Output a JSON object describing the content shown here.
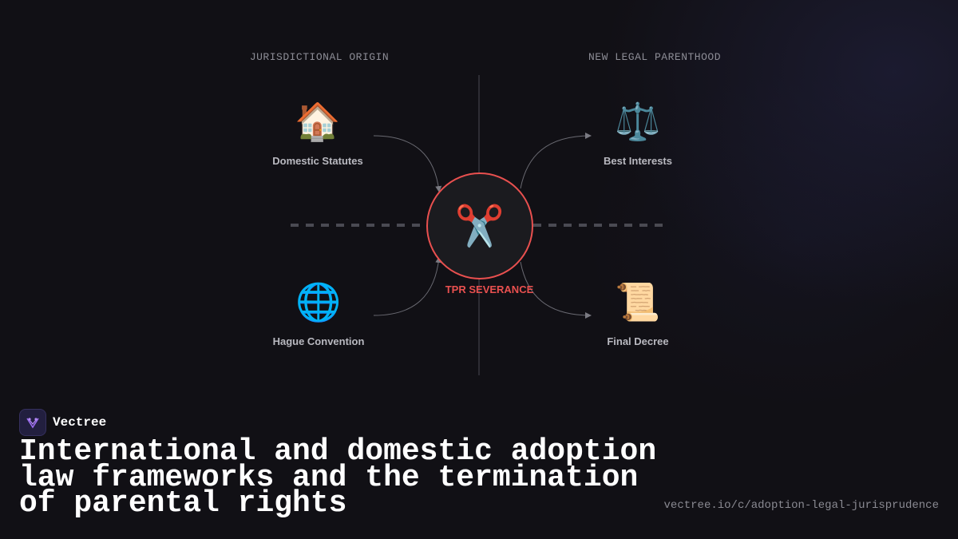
{
  "diagram": {
    "left_column_label": "JURISDICTIONAL ORIGIN",
    "right_column_label": "NEW LEGAL PARENTHOOD",
    "center": {
      "label": "TPR SEVERANCE",
      "emoji": "✂️",
      "icon": "scissors-icon"
    },
    "nodes": {
      "top_left": {
        "label": "Domestic Statutes",
        "emoji": "🏠",
        "icon": "house-icon"
      },
      "bottom_left": {
        "label": "Hague Convention",
        "emoji": "🌐",
        "icon": "globe-icon"
      },
      "top_right": {
        "label": "Best Interests",
        "emoji": "⚖️",
        "icon": "scales-icon"
      },
      "bottom_right": {
        "label": "Final Decree",
        "emoji": "📜",
        "icon": "scroll-icon"
      }
    },
    "colors": {
      "accent": "#e9504f",
      "background": "#111015",
      "connector": "#6a6a72"
    }
  },
  "brand": {
    "name": "Vectree"
  },
  "title": "International and domestic adoption law frameworks and the termination of parental rights",
  "url": "vectree.io/c/adoption-legal-jurisprudence"
}
